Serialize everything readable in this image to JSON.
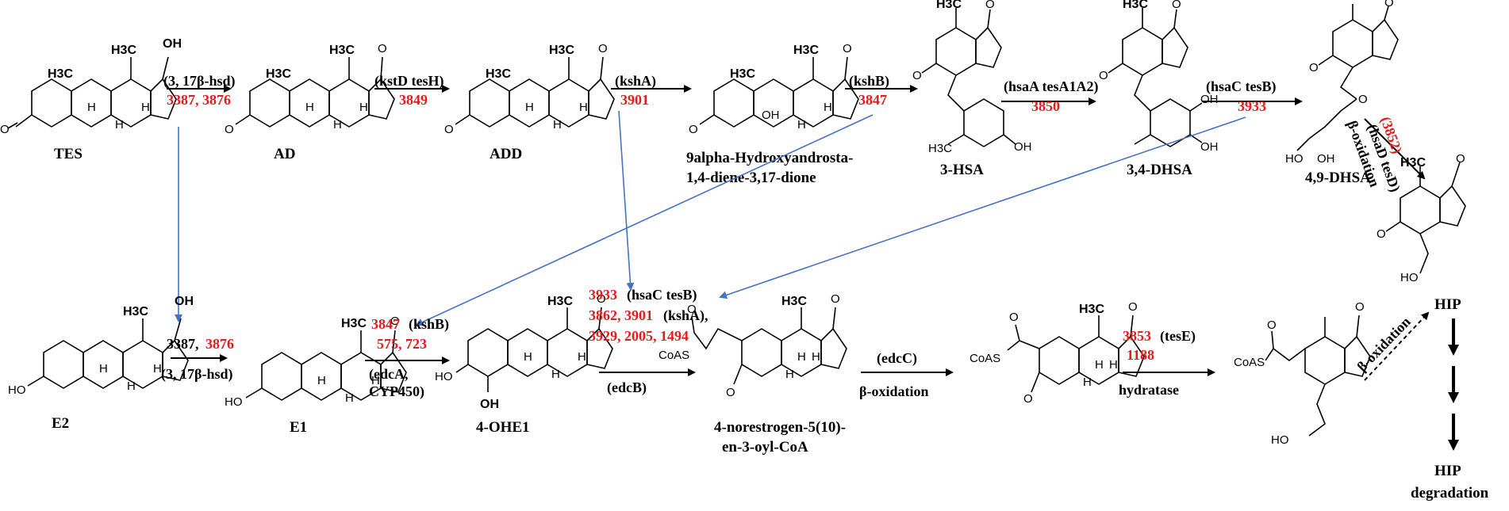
{
  "compounds": {
    "tes": "TES",
    "ad": "AD",
    "add": "ADD",
    "hydroxy_1": "9alpha-Hydroxyandrosta-",
    "hydroxy_2": "1,4-diene-3,17-dione",
    "hsa3": "3-HSA",
    "dhsa34": "3,4-DHSA",
    "dhsa49": "4,9-DHSA",
    "hip": "HIP",
    "hip_deg_1": "HIP",
    "hip_deg_2": "degradation",
    "e2": "E2",
    "e1": "E1",
    "ohe1": "4-OHE1",
    "noreg_1": "4-norestrogen-5(10)-",
    "noreg_2": "en-3-oyl-CoA"
  },
  "steps": {
    "s1_gene": "(3, 17β-hsd)",
    "s1_ids": "3387, 3876",
    "s2_gene": "(kstD tesH)",
    "s2_ids": "3849",
    "s3_gene": "(kshA)",
    "s3_ids": "3901",
    "s4_gene": "(kshB)",
    "s4_ids": "3847",
    "s5_gene": "(hsaA tesA1A2)",
    "s5_ids": "3850",
    "s6_gene": "(hsaC tesB)",
    "s6_ids": "3933",
    "s7_id": "(3852)",
    "s7_gene": "(hsaD tesD)",
    "s7_beta": "β-oxidation",
    "b1_a": "3387,",
    "b1_b": "3876",
    "b1_gene": "(3, 17β-hsd)",
    "b2_ids1": "3847",
    "b2_gene": "(kshB)",
    "b2_ids2": "575, 723",
    "b2_c1": "(edcA,",
    "b2_c2": "CYP450)",
    "b3_id": "3933",
    "b3_gene": "(hsaC tesB)",
    "b3_ids2": "3862, 3901",
    "b3_gene2": "(kshA),",
    "b3_ids3": "3929, 2005, 1494",
    "b3_edcb": "(edcB)",
    "b4_gene": "(edcC)",
    "b4_beta": "β-oxidation",
    "b5_ids": "3853",
    "b5_gene": "(tesE)",
    "b5_ids2": "1188",
    "b5_hyd": "hydratase",
    "b6_beta": "β-oxidation"
  },
  "atoms": {
    "oh": "OH",
    "h3c": "H3C",
    "h": "H",
    "o": "O",
    "ho": "HO",
    "coas": "CoAS"
  },
  "colors": {
    "highlight": "#e41a1c",
    "connector": "#4472c4"
  }
}
